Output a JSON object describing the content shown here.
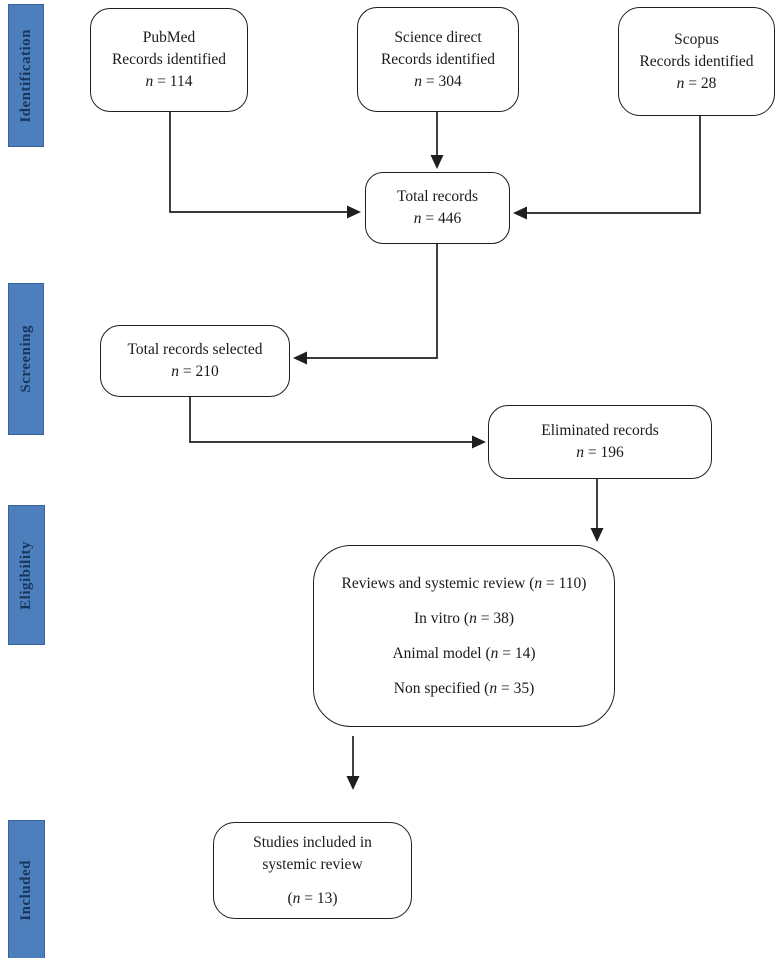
{
  "sidebar": {
    "bar_color": "#4e7fbd",
    "bar_border_color": "#38649e",
    "text_color": "#17365d",
    "stages": [
      {
        "label": "Identification"
      },
      {
        "label": "Screening"
      },
      {
        "label": "Eligibility"
      },
      {
        "label": "Included"
      }
    ]
  },
  "boxes": {
    "pubmed": {
      "line1": "PubMed",
      "line2": "Records identified",
      "n": "n",
      "count": " = 114"
    },
    "sciencedirect": {
      "line1": "Science direct",
      "line2": "Records identified",
      "n": "n",
      "count": " = 304"
    },
    "scopus": {
      "line1": "Scopus",
      "line2": "Records identified",
      "n": "n",
      "count": " = 28"
    },
    "total": {
      "line1": "Total records",
      "n": "n",
      "count": " = 446"
    },
    "selected": {
      "line1": "Total records selected",
      "n": "n",
      "count": " = 210"
    },
    "eliminated": {
      "line1": "Eliminated records",
      "n": "n",
      "count": " = 196"
    },
    "eligibility": {
      "lines": [
        {
          "pre": "Reviews and systemic review (",
          "n": "n",
          "post": " = 110)"
        },
        {
          "pre": "In vitro (",
          "n": "n",
          "post": " = 38)"
        },
        {
          "pre": "Animal model (",
          "n": "n",
          "post": " = 14)"
        },
        {
          "pre": "Non specified (",
          "n": "n",
          "post": " = 35)"
        }
      ]
    },
    "included": {
      "line1": "Studies included in",
      "line2": "systemic review",
      "pre": "(",
      "n": "n",
      "post": " = 13)"
    }
  },
  "arrow_color": "#1f1f1f"
}
